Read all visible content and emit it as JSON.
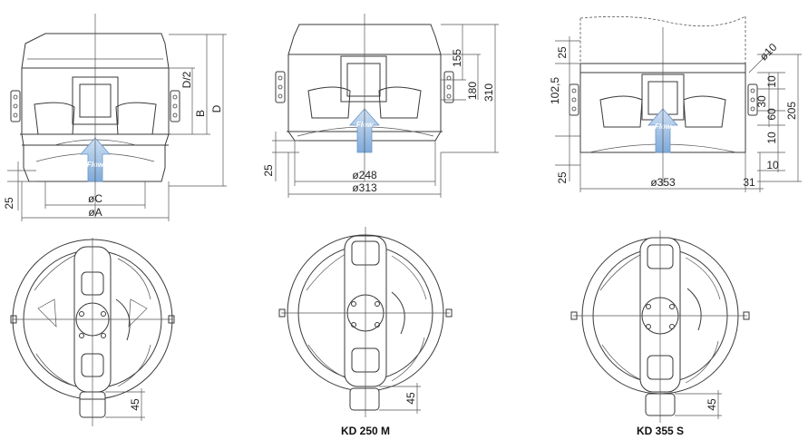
{
  "colors": {
    "line": "#3a3a3a",
    "arrow": "#8fb7e3",
    "arrow_edge": "#6a96c8"
  },
  "labels": {
    "flow": "Flow",
    "view1": {
      "d_half": "D/2",
      "b": "B",
      "d": "D",
      "h25": "25",
      "dia_c": "øC",
      "dia_a": "øA"
    },
    "view2": {
      "h155": "155",
      "h180": "180",
      "h310": "310",
      "h25": "25",
      "dia248": "ø248",
      "dia313": "ø313"
    },
    "view3": {
      "h25top": "25",
      "h102_5": "102,5",
      "h25bot": "25",
      "dia353": "ø353",
      "w31": "31",
      "dia10": "ø10",
      "w10a": "10",
      "w30": "30",
      "w60": "60",
      "w10b": "10",
      "h10": "10",
      "h205": "205"
    },
    "bottom": {
      "h45a": "45",
      "h45b": "45",
      "h45c": "45"
    }
  },
  "captions": {
    "model1": "KD 250 M",
    "model2": "KD 355 S"
  },
  "icons": [
    "flow-arrow-icon",
    "mounting-bracket-icon",
    "rotation-arrow-icon"
  ]
}
